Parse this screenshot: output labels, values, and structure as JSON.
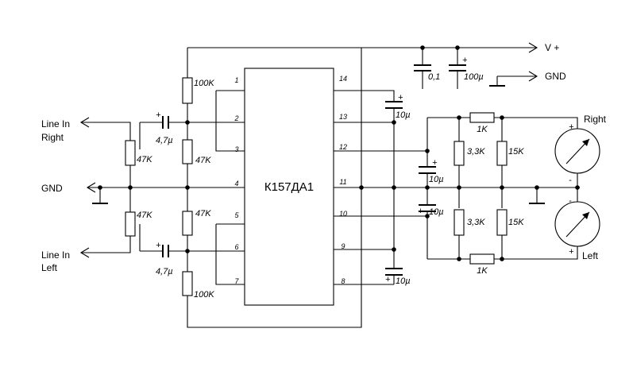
{
  "ic": {
    "part": "К157ДА1",
    "pins": [
      "1",
      "2",
      "3",
      "4",
      "5",
      "6",
      "7",
      "14",
      "13",
      "12",
      "11",
      "10",
      "9",
      "8"
    ]
  },
  "ports": {
    "vplus": "V +",
    "gnd_right": "GND",
    "line_in_right_1": "Line In",
    "line_in_right_2": "Right",
    "gnd_left": "GND",
    "line_in_left_1": "Line In",
    "line_in_left_2": "Left"
  },
  "components": {
    "r_top_100k": "100K",
    "r_47k_a": "47K",
    "r_47k_b": "47K",
    "r_bot_100k": "100K",
    "pot_right": "47K",
    "pot_left": "47K",
    "c_in_right": "4,7µ",
    "c_in_left": "4,7µ",
    "c_01": "0,1",
    "c_100u": "100µ",
    "c_pin13": "10µ",
    "c_pin12": "10µ",
    "c_pin10": "10µ",
    "c_pin8": "10µ",
    "r_1k_top": "1K",
    "r_1k_bot": "1K",
    "r_33k_top": "3,3K",
    "r_33k_bot": "3,3K",
    "r_15k_top": "15K",
    "r_15k_bot": "15K"
  },
  "meters": {
    "right_label": "Right",
    "left_label": "Left",
    "plus": "+",
    "minus": "-"
  },
  "polarity": {
    "plus": "+"
  }
}
